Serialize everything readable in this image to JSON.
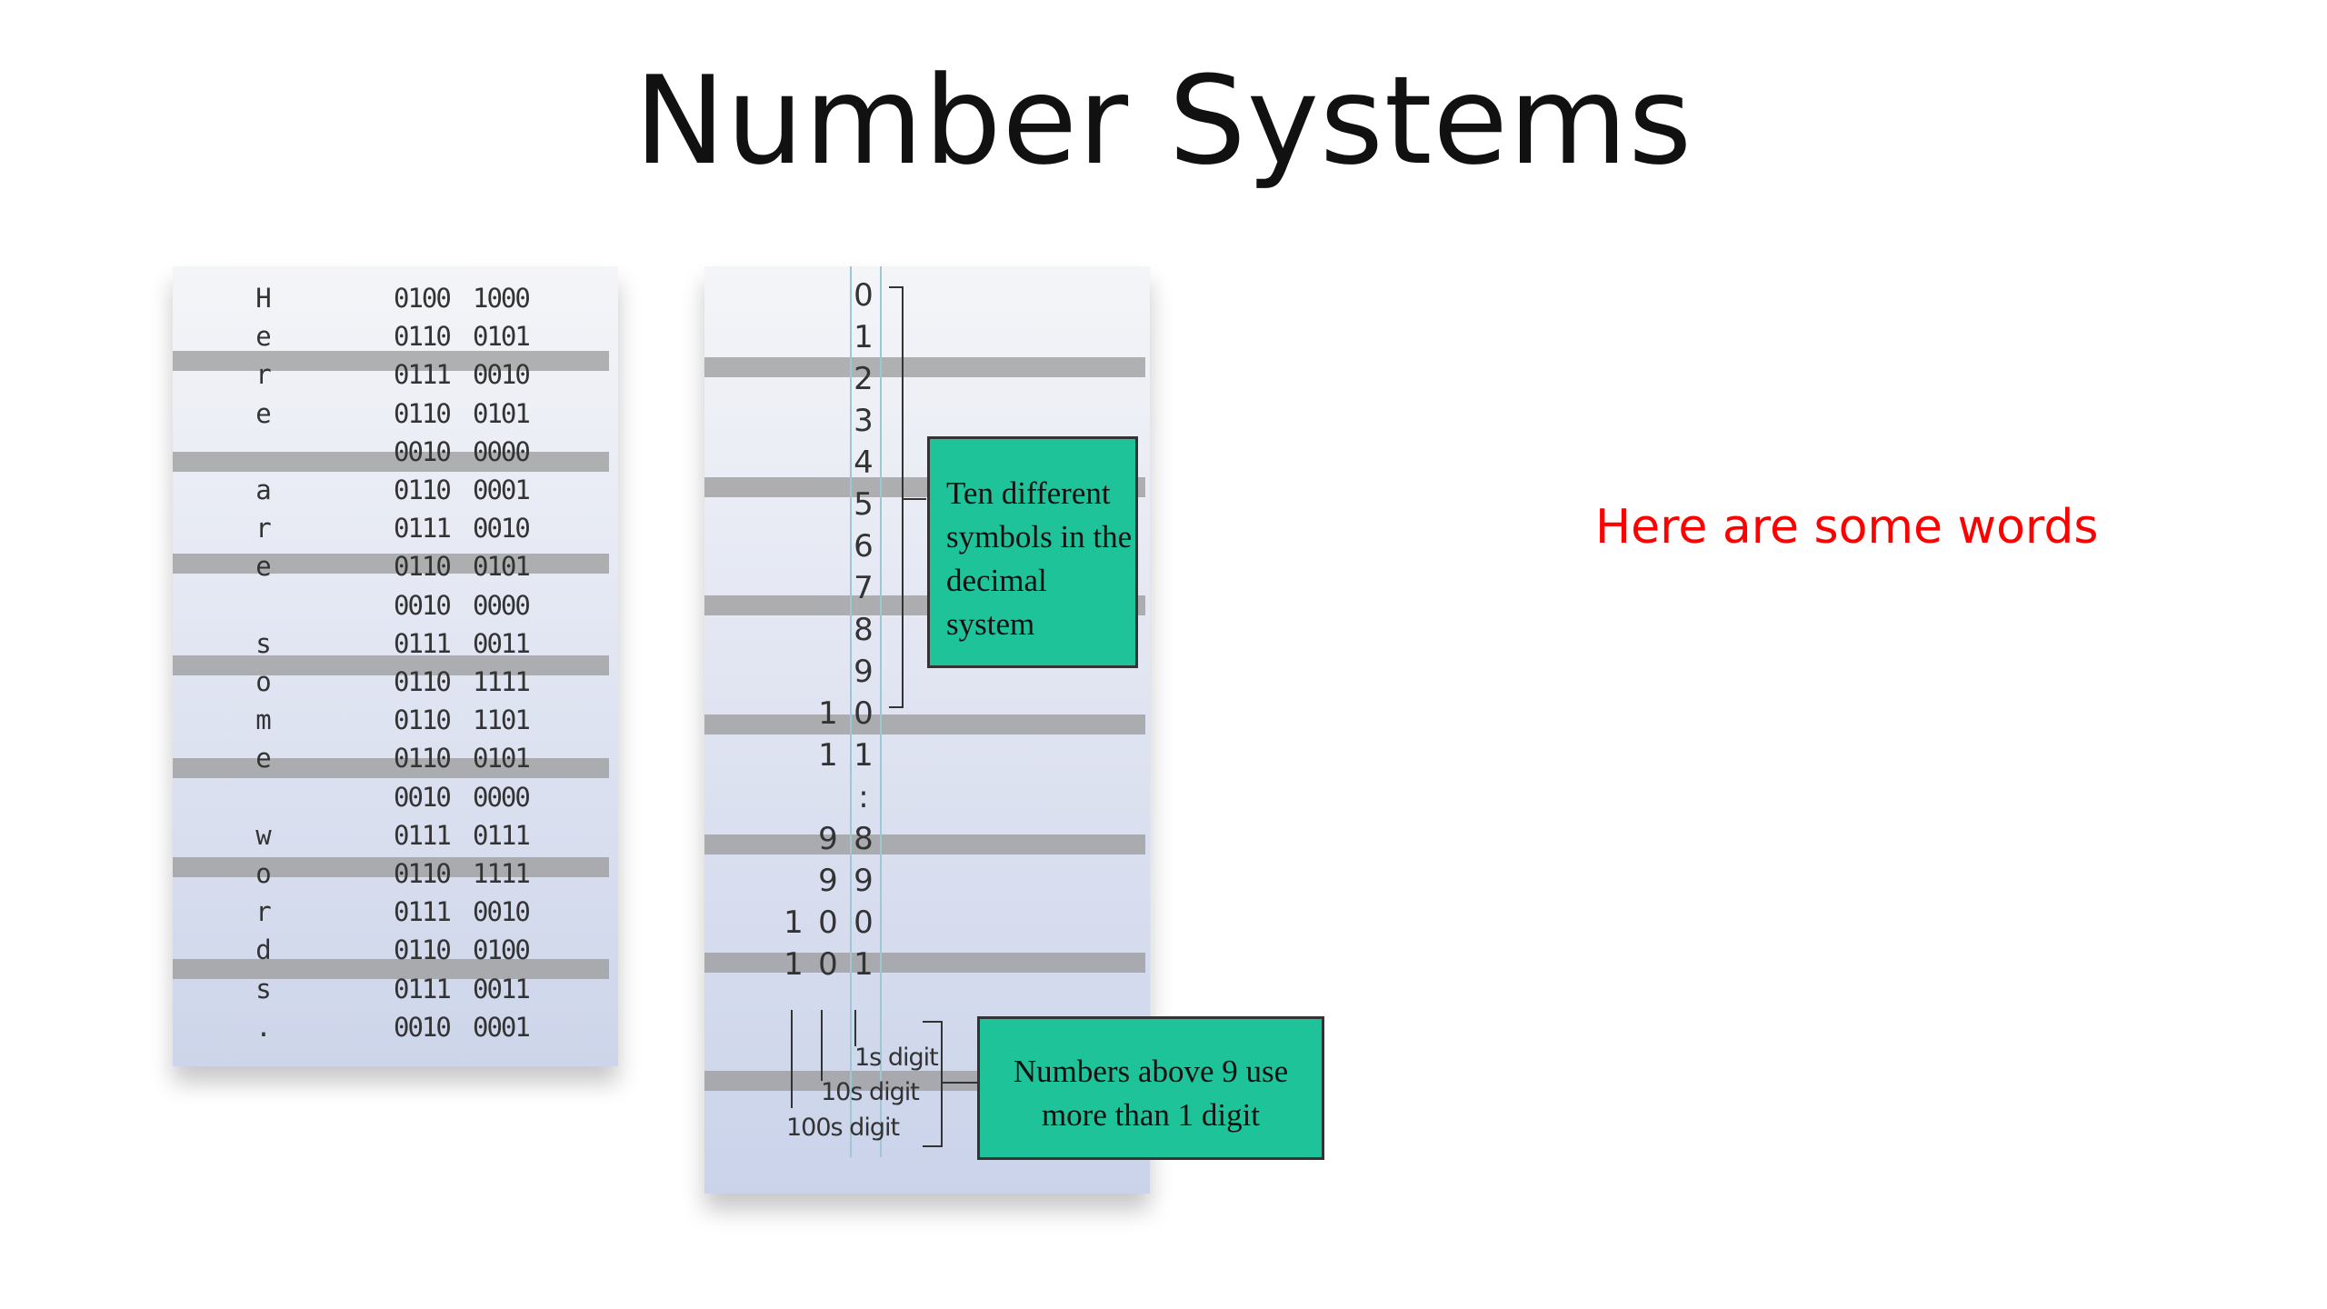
{
  "slide": {
    "title": "Number Systems",
    "note": "Here are some words"
  },
  "ascii_table": {
    "rows": [
      {
        "char": "H",
        "hi": "0100",
        "lo": "1000"
      },
      {
        "char": "e",
        "hi": "0110",
        "lo": "0101"
      },
      {
        "char": "r",
        "hi": "0111",
        "lo": "0010"
      },
      {
        "char": "e",
        "hi": "0110",
        "lo": "0101"
      },
      {
        "char": "",
        "hi": "0010",
        "lo": "0000"
      },
      {
        "char": "a",
        "hi": "0110",
        "lo": "0001"
      },
      {
        "char": "r",
        "hi": "0111",
        "lo": "0010"
      },
      {
        "char": "e",
        "hi": "0110",
        "lo": "0101"
      },
      {
        "char": "",
        "hi": "0010",
        "lo": "0000"
      },
      {
        "char": "s",
        "hi": "0111",
        "lo": "0011"
      },
      {
        "char": "o",
        "hi": "0110",
        "lo": "1111"
      },
      {
        "char": "m",
        "hi": "0110",
        "lo": "1101"
      },
      {
        "char": "e",
        "hi": "0110",
        "lo": "0101"
      },
      {
        "char": "",
        "hi": "0010",
        "lo": "0000"
      },
      {
        "char": "w",
        "hi": "0111",
        "lo": "0111"
      },
      {
        "char": "o",
        "hi": "0110",
        "lo": "1111"
      },
      {
        "char": "r",
        "hi": "0111",
        "lo": "0010"
      },
      {
        "char": "d",
        "hi": "0110",
        "lo": "0100"
      },
      {
        "char": "s",
        "hi": "0111",
        "lo": "0011"
      },
      {
        "char": ".",
        "hi": "0010",
        "lo": "0001"
      }
    ]
  },
  "decimal_table": {
    "rows": [
      [
        "",
        "",
        "0"
      ],
      [
        "",
        "",
        "1"
      ],
      [
        "",
        "",
        "2"
      ],
      [
        "",
        "",
        "3"
      ],
      [
        "",
        "",
        "4"
      ],
      [
        "",
        "",
        "5"
      ],
      [
        "",
        "",
        "6"
      ],
      [
        "",
        "",
        "7"
      ],
      [
        "",
        "",
        "8"
      ],
      [
        "",
        "",
        "9"
      ],
      [
        "",
        "1",
        "0"
      ],
      [
        "",
        "1",
        "1"
      ],
      [
        "",
        "",
        ":"
      ],
      [
        "",
        "9",
        "8"
      ],
      [
        "",
        "9",
        "9"
      ],
      [
        "1",
        "0",
        "0"
      ],
      [
        "1",
        "0",
        "1"
      ]
    ],
    "callout_symbols": "Ten different symbols in the decimal system",
    "callout_digits": "Numbers above 9 use more than 1 digit",
    "label_ones": "1s digit",
    "label_tens": "10s digit",
    "label_hundreds": "100s digit"
  }
}
